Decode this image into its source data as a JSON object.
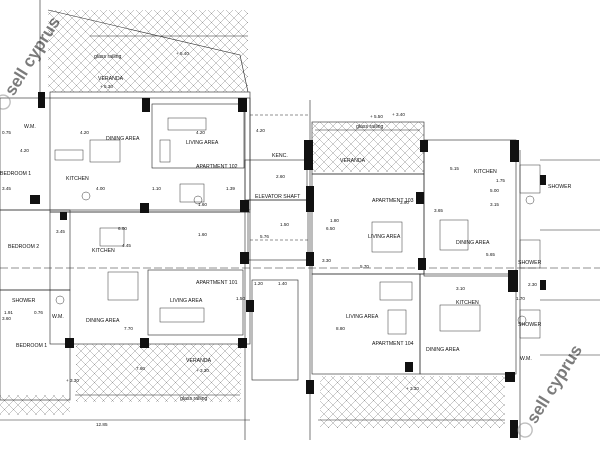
{
  "colors": {
    "wall": "#111111",
    "line": "#222222",
    "hatch": "#9a9a9a",
    "watermark": "#8a8a8a"
  },
  "watermark": {
    "text": "sell cyprus",
    "icon": "globe-icon"
  },
  "rooms": {
    "veranda_top": "VERANDA",
    "dining_top": "DINING AREA",
    "living_top": "LIVING AREA",
    "kitchen_top": "KITCHEN",
    "bedroom1_top": "BEDROOM 1",
    "wm_top": "W.M.",
    "apartment_102": "APARTMENT 102",
    "kenc": "KENC.",
    "elevator_shaft": "ELEVATOR SHAFT",
    "veranda_right": "VERANDA",
    "apartment_103": "APARTMENT 103",
    "living_103": "LIVING AREA",
    "dining_103": "DINING AREA",
    "kitchen_103": "KITCHEN",
    "shower_r1": "SHOWER",
    "shower_r2": "SHOWER",
    "shower_r3": "SHOWER",
    "bedroom2": "BEDROOM 2",
    "kitchen_101": "KITCHEN",
    "living_101": "LIVING AREA",
    "apartment_101": "APARTMENT 101",
    "dining_101": "DINING AREA",
    "shower_101": "SHOWER",
    "wm_101": "W.M.",
    "bedroom1_101": "BEDROOM 1",
    "veranda_bottom": "VERANDA",
    "living_104": "LIVING AREA",
    "apartment_104": "APARTMENT 104",
    "kitchen_104": "KITCHEN",
    "dining_104": "DINING AREA",
    "wm_right": "W.M.",
    "glass_top": "glass railing",
    "glass_right": "glass railing",
    "glass_bottom": "glass railing"
  },
  "dims": {
    "d1": "+ 5.40",
    "d2": "+ 5.30",
    "d3": "4.20",
    "d4": "4.20",
    "d5": "4.20",
    "d6": "4.20",
    "d7": "1.60",
    "d8": "1.60",
    "d9": "1.39",
    "d10": "4.00",
    "d11": "1.10",
    "d12": "0.75",
    "d13": "3.45",
    "d14": "+ 5.50",
    "d15": "2.60",
    "d16": "5.15",
    "d17": "5.00",
    "d18": "1.75",
    "d19": "3.15",
    "d20": "3.45",
    "d21": "4.45",
    "d22": "1.20",
    "d23": "1.40",
    "d24": "5.76",
    "d25": "3.30",
    "d26": "7.70",
    "d27": "7.60",
    "d28": "+ 3.30",
    "d29": "+ 3.30",
    "d30": "12.85",
    "d31": "6.50",
    "d32": "3.90",
    "d33": "3.60",
    "d34": "5.70",
    "d35": "1.50",
    "d36": "3.65",
    "d37": "8.80",
    "d38": "1.91",
    "d39": "3.10",
    "d40": "2.30",
    "d41": "5.65",
    "d42": "1.70",
    "d43": "0.76",
    "d44": "1.50",
    "d45": "6.00",
    "d46": "+ 3.40",
    "d47": "+ 3.30",
    "d48": "1.80"
  }
}
